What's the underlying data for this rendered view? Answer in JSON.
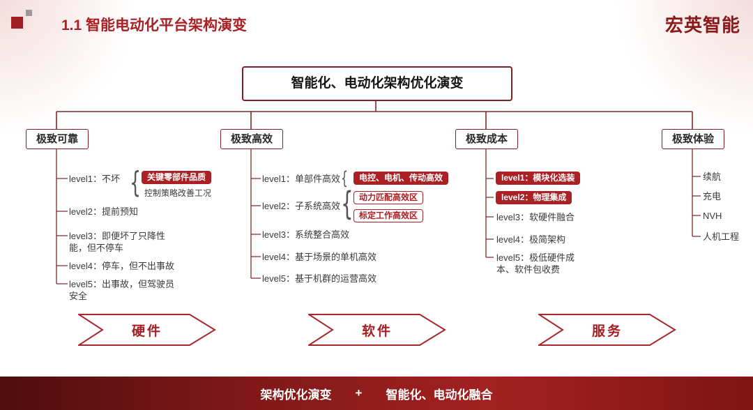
{
  "header": {
    "title": "1.1 智能电动化平台架构演变",
    "brand": "宏英智能"
  },
  "root_title": "智能化、电动化架构优化演变",
  "branches": [
    {
      "label": "极致可靠",
      "levels": [
        "level1：不坏",
        "level2：提前预知",
        "level3：即便坏了只降性能，但不停车",
        "level4：停车，但不出事故",
        "level5：出事故，但驾驶员安全"
      ],
      "level1_brace_items": [
        "关键零部件品质",
        "控制策略改善工况"
      ]
    },
    {
      "label": "极致高效",
      "levels": [
        "level1：单部件高效",
        "level2：子系统高效",
        "level3：系统整合高效",
        "level4：基于场景的单机高效",
        "level5：基于机群的运营高效"
      ],
      "level1_badge": "电控、电机、传动高效",
      "level2_badges": [
        "动力匹配高效区",
        "标定工作高效区"
      ]
    },
    {
      "label": "极致成本",
      "levels": [
        "level1：模块化选装",
        "level2：物理集成",
        "level3：软硬件融合",
        "level4：极简架构",
        "level5：极低硬件成本、软件包收费"
      ]
    },
    {
      "label": "极致体验",
      "levels": [
        "续航",
        "充电",
        "NVH",
        "人机工程"
      ]
    }
  ],
  "arrows": [
    "硬件",
    "软件",
    "服务"
  ],
  "footer": {
    "left": "架构优化演变",
    "plus": "+",
    "right": "智能化、电动化融合"
  },
  "glyphs": {
    "brace": "{"
  },
  "colors": {
    "accent": "#ab2025",
    "line": "#7d2a2e",
    "footer_dark": "#4f0d0d",
    "footer_bright": "#a32121"
  }
}
